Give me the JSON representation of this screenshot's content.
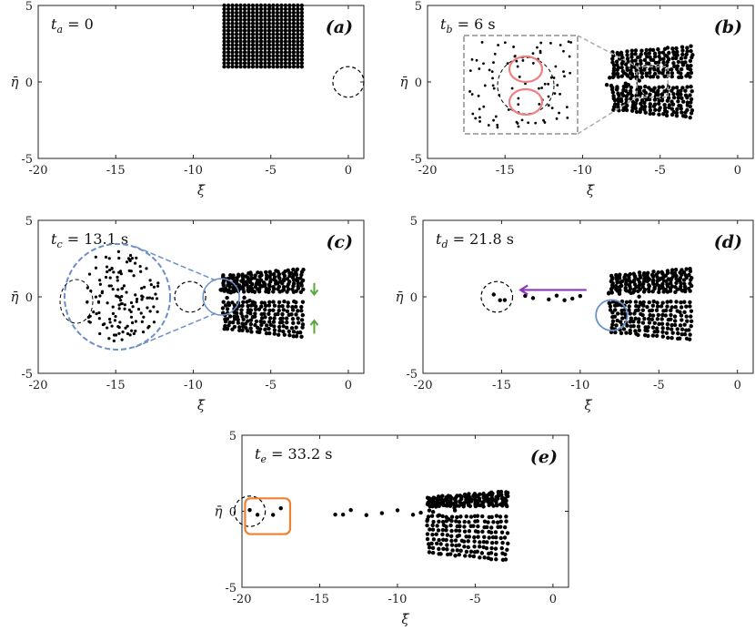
{
  "chart_data": [
    {
      "type": "scatter",
      "panel": "(a)",
      "time_label": "t_a = 0",
      "time_sub": "a",
      "time_value": "0",
      "xlabel": "ξ̄",
      "ylabel": "η̄",
      "xlim": [
        -20,
        1
      ],
      "ylim": [
        -5,
        5
      ],
      "xticks": [
        -20,
        -15,
        -10,
        -5,
        0
      ],
      "yticks": [
        -5,
        0,
        5
      ],
      "cluster": {
        "shape": "square",
        "x": [
          -8,
          -3
        ],
        "y": [
          1,
          5
        ]
      },
      "circles": [
        {
          "cx": 0,
          "cy": 0,
          "r": 1,
          "color": "#000000",
          "style": "dashed"
        }
      ]
    },
    {
      "type": "scatter",
      "panel": "(b)",
      "time_label": "t_b = 6 s",
      "time_sub": "b",
      "time_value": "6 s",
      "xlabel": "ξ̄",
      "ylabel": "η̄",
      "xlim": [
        -20,
        1
      ],
      "ylim": [
        -5,
        5
      ],
      "xticks": [
        -20,
        -15,
        -10,
        -5,
        0
      ],
      "yticks": [
        -5,
        0,
        5
      ],
      "cluster": {
        "shape": "split",
        "x": [
          -8,
          -3
        ],
        "y": [
          -2.3,
          2.3
        ]
      },
      "circles": [
        {
          "cx": -5.5,
          "cy": 0,
          "r": 1,
          "color": "#000000",
          "style": "dashed"
        }
      ],
      "inset_color": "#aaaaaa",
      "loop_color": "#f08080"
    },
    {
      "type": "scatter",
      "panel": "(c)",
      "time_label": "t_c = 13.1 s",
      "time_sub": "c",
      "time_value": "13.1 s",
      "xlabel": "ξ̄",
      "ylabel": "η̄",
      "xlim": [
        -20,
        1
      ],
      "ylim": [
        -5,
        5
      ],
      "xticks": [
        -20,
        -15,
        -10,
        -5,
        0
      ],
      "yticks": [
        -5,
        0,
        5
      ],
      "cluster": {
        "shape": "split",
        "x": [
          -8,
          -3
        ],
        "y": [
          -2.6,
          1.8
        ]
      },
      "circles": [
        {
          "cx": -10.2,
          "cy": 0,
          "r": 1,
          "color": "#000000",
          "style": "dashed"
        }
      ],
      "inset_color": "#6b8fc8",
      "arrow_color": "#5aa63a"
    },
    {
      "type": "scatter",
      "panel": "(d)",
      "time_label": "t_d = 21.8 s",
      "time_sub": "d",
      "time_value": "21.8 s",
      "xlabel": "ξ̄",
      "ylabel": "η̄",
      "xlim": [
        -20,
        1
      ],
      "ylim": [
        -5,
        5
      ],
      "xticks": [
        -20,
        -15,
        -10,
        -5,
        0
      ],
      "yticks": [
        -5,
        0,
        5
      ],
      "cluster": {
        "shape": "split",
        "x": [
          -8,
          -3
        ],
        "y": [
          -2.8,
          1.8
        ]
      },
      "circles": [
        {
          "cx": -15.3,
          "cy": 0,
          "r": 1,
          "color": "#000000",
          "style": "dashed"
        },
        {
          "cx": -8,
          "cy": -1.2,
          "r": 1,
          "color": "#6b8fc8",
          "style": "solid"
        }
      ],
      "trail": [
        -15.5,
        -15.1,
        -14.8,
        -13.5,
        -13,
        -12,
        -11.5,
        -11,
        -10.5,
        -10
      ],
      "arrow_color": "#8a3ab9"
    },
    {
      "type": "scatter",
      "panel": "(e)",
      "time_label": "t_e = 33.2 s",
      "time_sub": "e",
      "time_value": "33.2 s",
      "xlabel": "ξ̄",
      "ylabel": "η̄",
      "xlim": [
        -20,
        1
      ],
      "ylim": [
        -5,
        5
      ],
      "xticks": [
        -20,
        -15,
        -10,
        -5,
        0
      ],
      "yticks": [
        -5,
        0,
        5
      ],
      "cluster": {
        "shape": "split",
        "x": [
          -8,
          -3
        ],
        "y": [
          -3.2,
          1.3
        ]
      },
      "circles": [
        {
          "cx": -19.5,
          "cy": 0,
          "r": 1,
          "color": "#000000",
          "style": "dashed"
        }
      ],
      "trail": [
        -19.5,
        -19,
        -18,
        -17.5,
        -14,
        -13.5,
        -13,
        -12,
        -11,
        -10,
        -9,
        -8.5
      ],
      "box_color": "#f08030"
    }
  ]
}
